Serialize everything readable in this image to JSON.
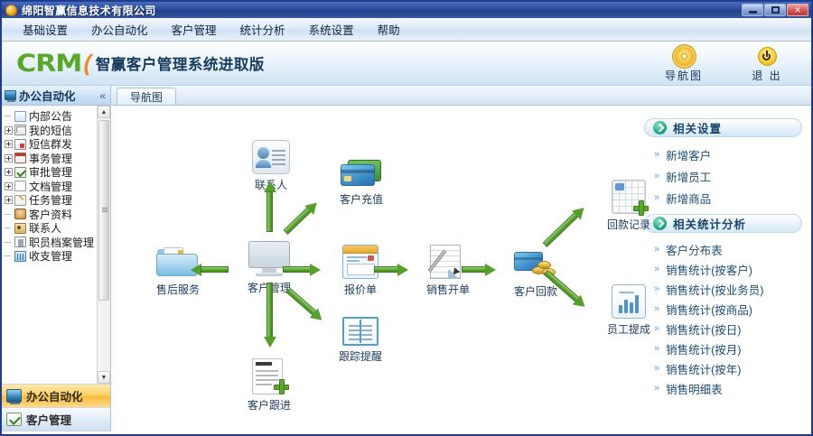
{
  "window": {
    "title": "绵阳智赢信息技术有限公司",
    "controls": {
      "minimize": "—",
      "maximize": "❐",
      "close": "✕"
    }
  },
  "menubar": {
    "items": [
      {
        "label": "基础设置"
      },
      {
        "label": "办公自动化"
      },
      {
        "label": "客户管理"
      },
      {
        "label": "统计分析"
      },
      {
        "label": "系统设置"
      },
      {
        "label": "帮助"
      }
    ]
  },
  "banner": {
    "logo_text": "CRM",
    "logo_tick": "(",
    "subtitle": "智赢客户管理系统进取版",
    "tools": [
      {
        "label": "导航图",
        "icon": "gear-icon"
      },
      {
        "label": "退 出",
        "icon": "power-icon"
      }
    ]
  },
  "sidebar": {
    "header": {
      "title": "办公自动化",
      "icon": "monitor-icon",
      "collapse": "«"
    },
    "tree": [
      {
        "label": "内部公告",
        "expandable": false,
        "icon": "notice-icon"
      },
      {
        "label": "我的短信",
        "expandable": true,
        "icon": "mail-icon"
      },
      {
        "label": "短信群发",
        "expandable": true,
        "icon": "group-sms-icon"
      },
      {
        "label": "事务管理",
        "expandable": true,
        "icon": "calendar-icon"
      },
      {
        "label": "审批管理",
        "expandable": true,
        "icon": "approve-icon"
      },
      {
        "label": "文档管理",
        "expandable": true,
        "icon": "document-icon"
      },
      {
        "label": "任务管理",
        "expandable": true,
        "icon": "task-icon"
      },
      {
        "label": "客户资料",
        "expandable": false,
        "icon": "customer-icon"
      },
      {
        "label": "联系人",
        "expandable": false,
        "icon": "contact-icon"
      },
      {
        "label": "职员档案管理",
        "expandable": false,
        "icon": "staff-icon"
      },
      {
        "label": "收支管理",
        "expandable": false,
        "icon": "finance-icon"
      }
    ],
    "panels": [
      {
        "label": "办公自动化",
        "active": true,
        "icon": "monitor-icon"
      },
      {
        "label": "客户管理",
        "active": false,
        "icon": "check-icon"
      }
    ]
  },
  "main": {
    "tabs": [
      {
        "label": "导航图",
        "active": true
      }
    ],
    "diagram": {
      "nodes": [
        {
          "id": "contacts",
          "label": "联系人",
          "icon": "contact-card-icon"
        },
        {
          "id": "recharge",
          "label": "客户充值",
          "icon": "credit-card-icon"
        },
        {
          "id": "aftersales",
          "label": "售后服务",
          "icon": "folder-icon"
        },
        {
          "id": "customer_mgmt",
          "label": "客户管理",
          "icon": "monitor-icon"
        },
        {
          "id": "quotation",
          "label": "报价单",
          "icon": "quote-window-icon"
        },
        {
          "id": "sales_order",
          "label": "销售开单",
          "icon": "pen-document-icon"
        },
        {
          "id": "payment",
          "label": "客户回款",
          "icon": "card-coins-icon"
        },
        {
          "id": "payment_record",
          "label": "回款记录",
          "icon": "grid-plus-icon"
        },
        {
          "id": "commission",
          "label": "员工提成",
          "icon": "chart-icon"
        },
        {
          "id": "reminder",
          "label": "跟踪提醒",
          "icon": "book-icon"
        },
        {
          "id": "followup",
          "label": "客户跟进",
          "icon": "document-plus-icon"
        }
      ],
      "arrow_color": "#54a029"
    }
  },
  "right_panel": {
    "sections": [
      {
        "title": "相关设置",
        "links": [
          {
            "label": "新增客户"
          },
          {
            "label": "新增员工"
          },
          {
            "label": "新增商品"
          }
        ]
      },
      {
        "title": "相关统计分析",
        "links": [
          {
            "label": "客户分布表"
          },
          {
            "label": "销售统计(按客户)"
          },
          {
            "label": "销售统计(按业务员)"
          },
          {
            "label": "销售统计(按商品)"
          },
          {
            "label": "销售统计(按日)"
          },
          {
            "label": "销售统计(按月)"
          },
          {
            "label": "销售统计(按年)"
          },
          {
            "label": "销售明细表"
          }
        ]
      }
    ]
  },
  "colors": {
    "title_blue": "#2c4d9e",
    "accent_green": "#5aa829",
    "logo_orange": "#ef8b1f",
    "panel_active": "#ffd166",
    "link_blue": "#1b4b73"
  }
}
